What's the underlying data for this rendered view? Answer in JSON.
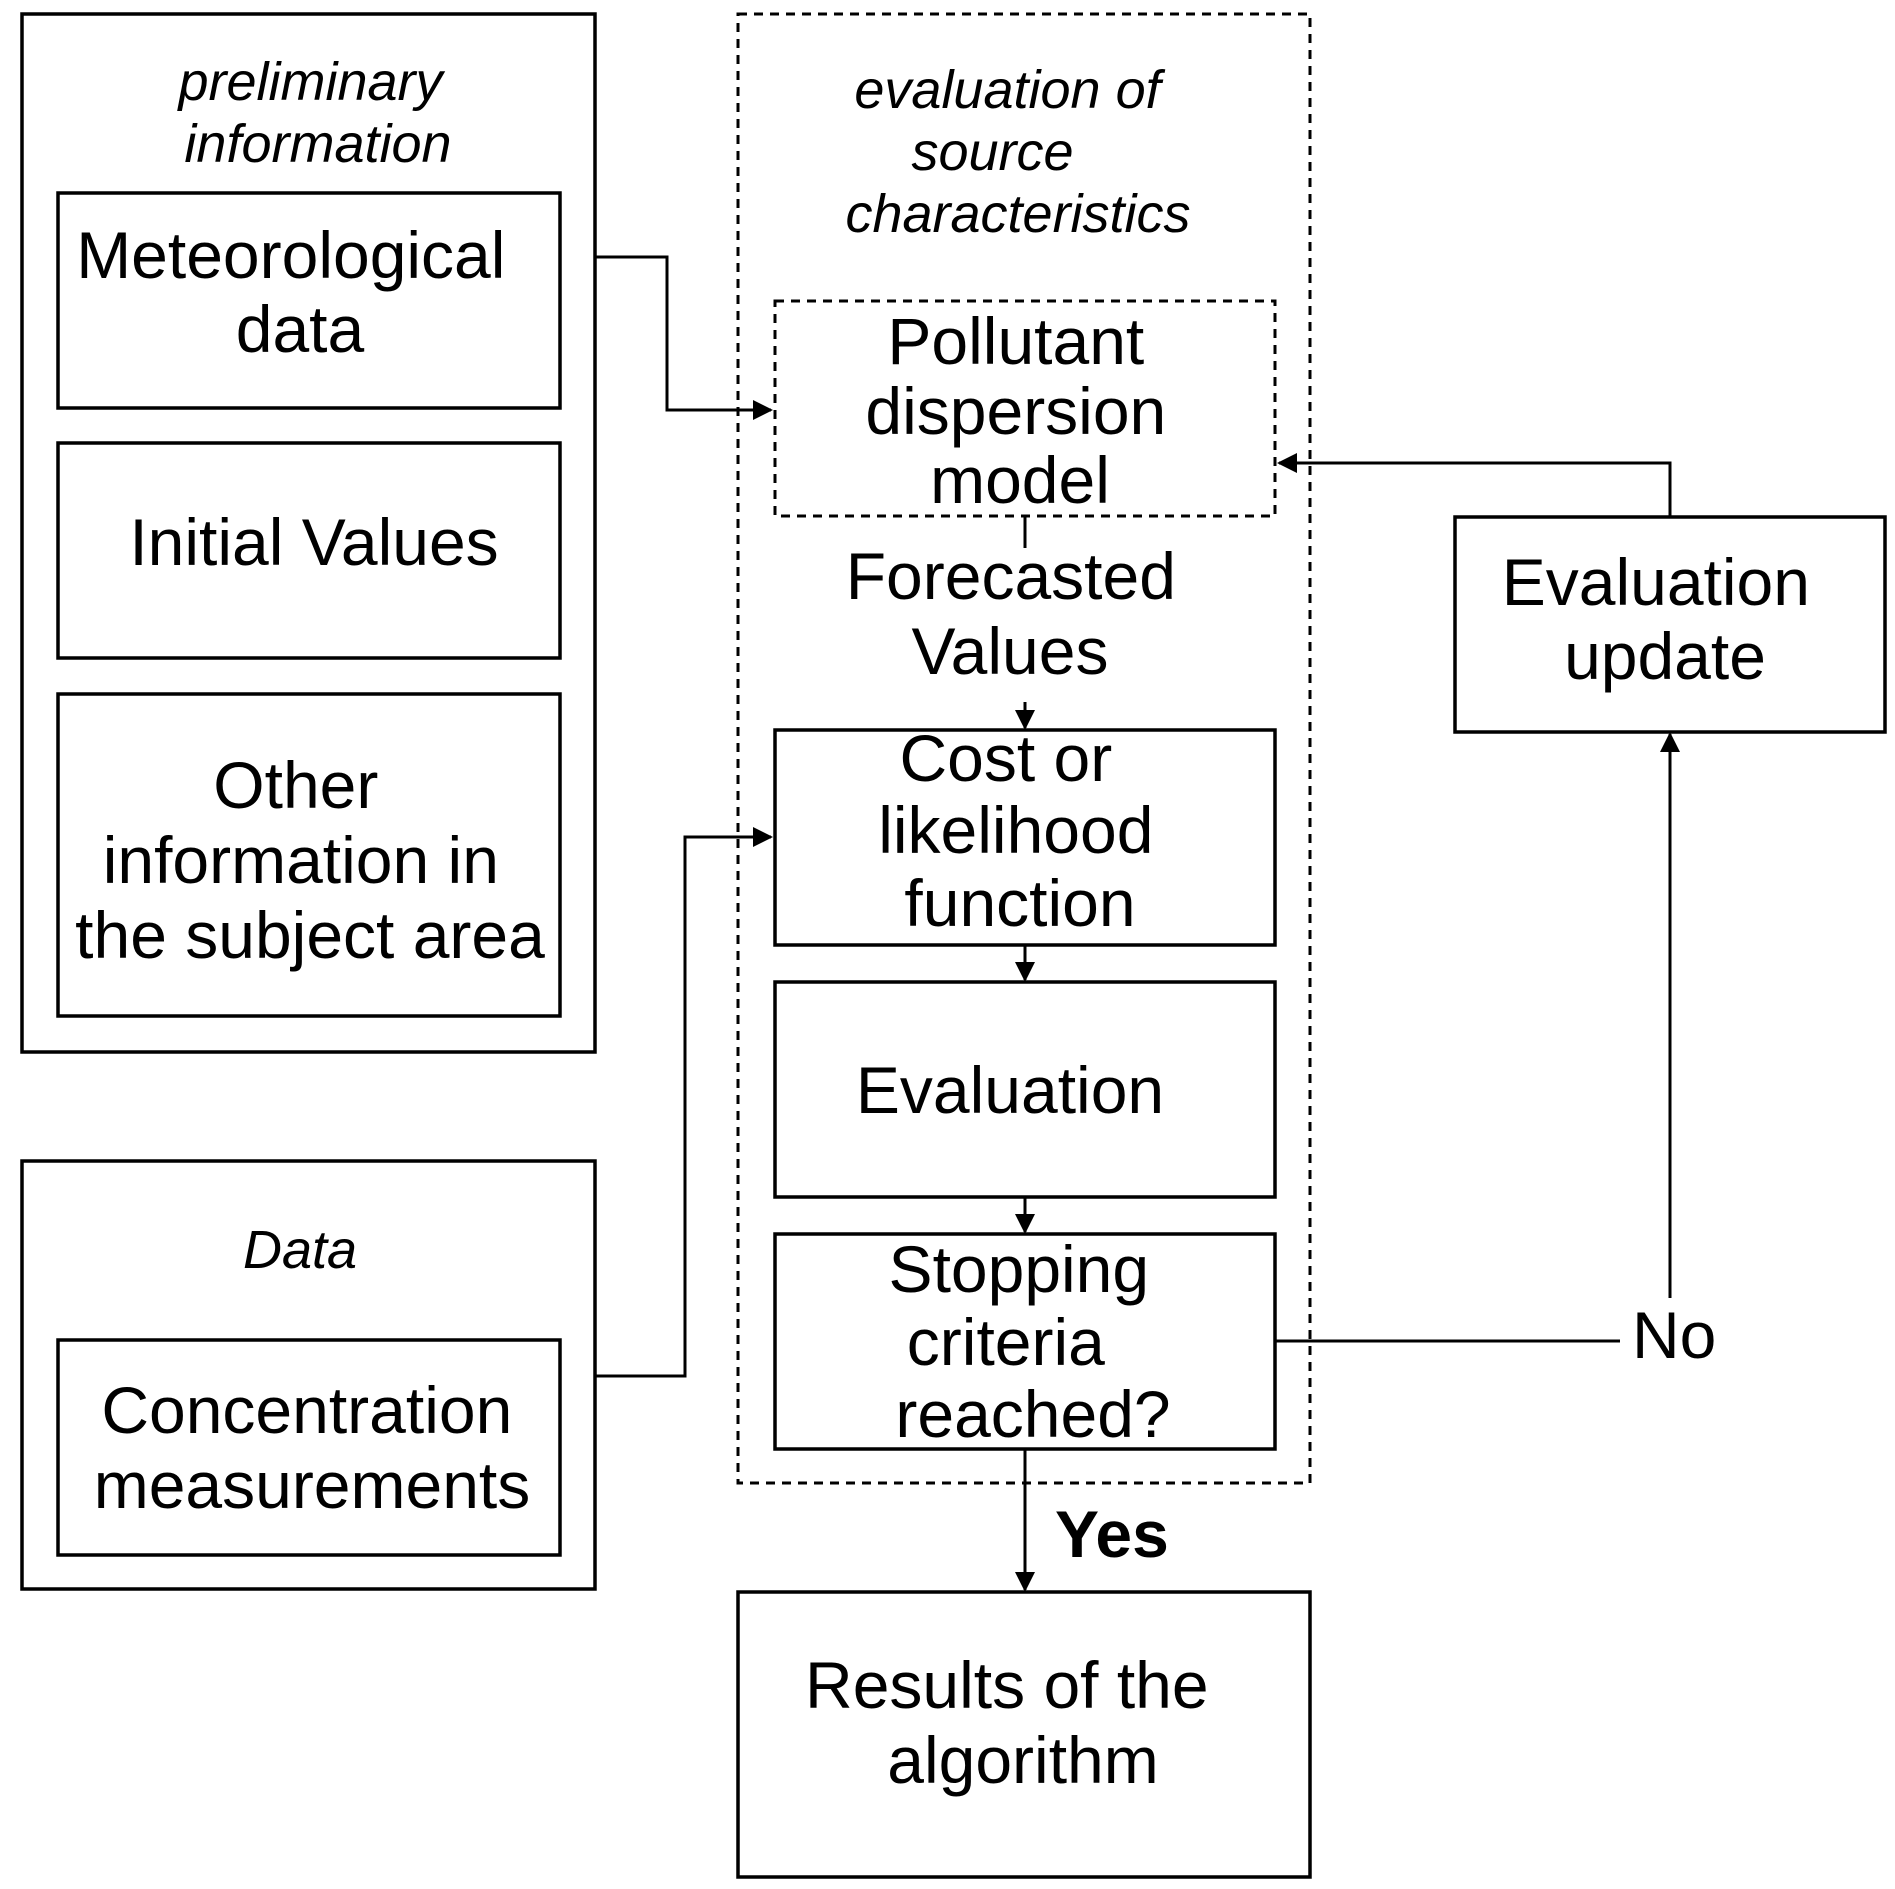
{
  "groups": {
    "preliminary": {
      "title_lines": [
        "preliminary",
        "information"
      ],
      "items": [
        {
          "lines": [
            "Meteorological",
            "data"
          ]
        },
        {
          "lines": [
            "Initial Values"
          ]
        },
        {
          "lines": [
            "Other",
            "information in",
            "the subject area"
          ]
        }
      ]
    },
    "data": {
      "title_lines": [
        "Data"
      ],
      "items": [
        {
          "lines": [
            "Concentration",
            "measurements"
          ]
        }
      ]
    },
    "evaluation": {
      "title_lines": [
        "evaluation of",
        "source",
        "characteristics"
      ]
    }
  },
  "process": {
    "model_lines": [
      "Pollutant",
      "dispersion",
      "model"
    ],
    "forecast_lines": [
      "Forecasted",
      "Values"
    ],
    "cost_lines": [
      "Cost or",
      "likelihood",
      "function"
    ],
    "evaluation_lines": [
      "Evaluation"
    ],
    "stopping_lines": [
      "Stopping",
      "criteria",
      "reached?"
    ],
    "update_lines": [
      "Evaluation",
      "update"
    ],
    "results_lines": [
      "Results of the",
      "algorithm"
    ]
  },
  "edges": {
    "no_label": "No",
    "yes_label": "Yes"
  }
}
